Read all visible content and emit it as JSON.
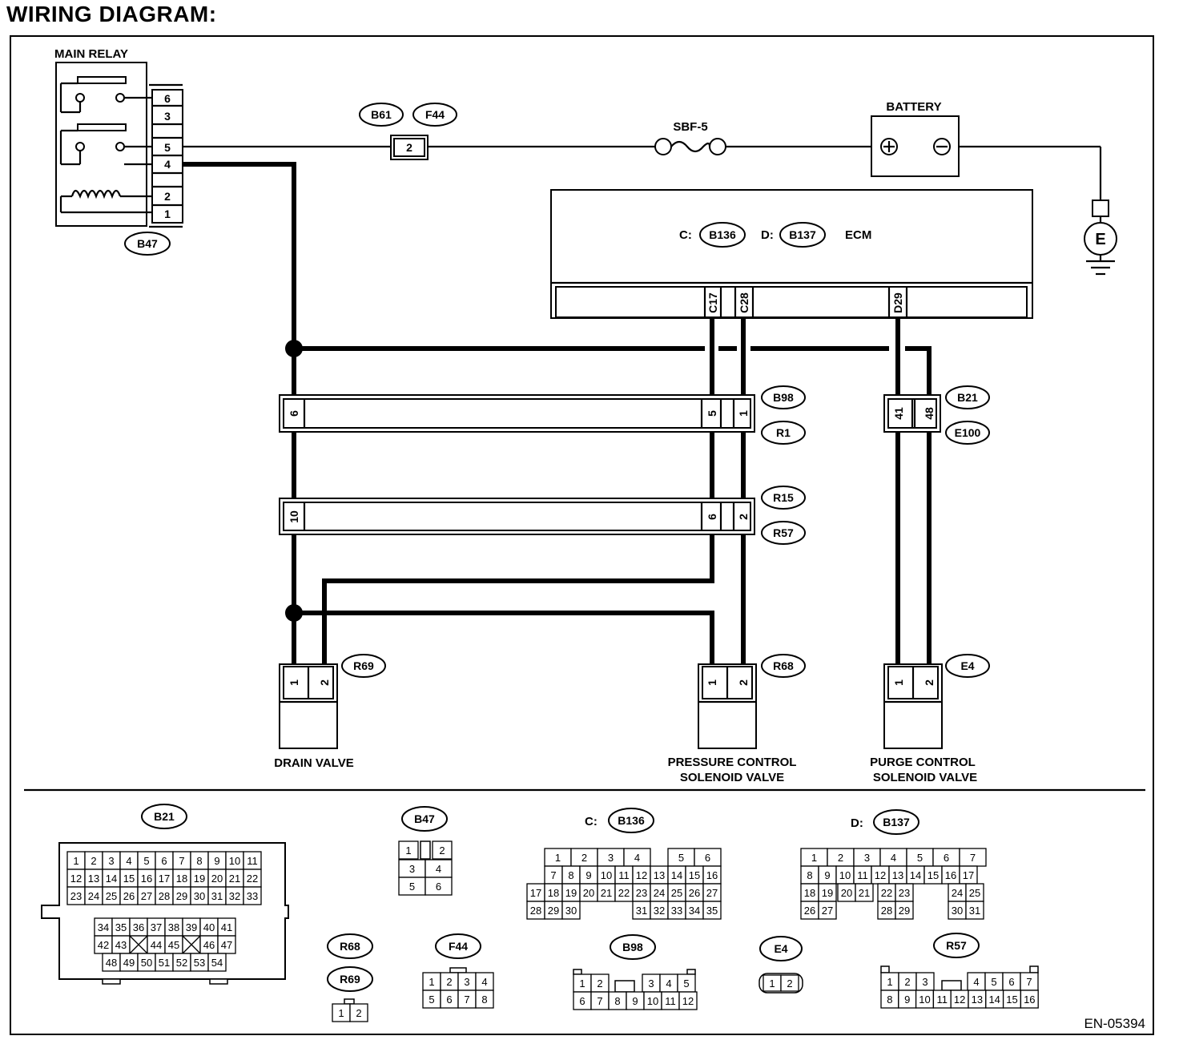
{
  "title": "WIRING DIAGRAM:",
  "labels": {
    "main_relay": "MAIN RELAY",
    "battery": "BATTERY",
    "fuse": "SBF-5",
    "ecm": "ECM",
    "ecm_c_prefix": "C:",
    "ecm_d_prefix": "D:",
    "ground": "E",
    "drain_valve": "DRAIN VALVE",
    "pcsv_line1": "PRESSURE CONTROL",
    "pcsv_line2": "SOLENOID VALVE",
    "purge_line1": "PURGE CONTROL",
    "purge_line2": "SOLENOID VALVE",
    "doc_id": "EN-05394"
  },
  "connectors": {
    "B61": "B61",
    "F44": "F44",
    "B47": "B47",
    "B136": "B136",
    "B137": "B137",
    "B98": "B98",
    "R1": "R1",
    "B21": "B21",
    "E100": "E100",
    "R15": "R15",
    "R57": "R57",
    "R69": "R69",
    "R68": "R68",
    "E4": "E4"
  },
  "pins": {
    "relay": [
      "6",
      "3",
      "5",
      "4",
      "2",
      "1"
    ],
    "b61_f44": "2",
    "ecm": [
      "C17",
      "C28",
      "D29"
    ],
    "b98_r1": [
      "6",
      "5",
      "1"
    ],
    "b21_e100": [
      "41",
      "48"
    ],
    "r15_r57": [
      "10",
      "6",
      "2"
    ],
    "r69": [
      "1",
      "2"
    ],
    "r68": [
      "1",
      "2"
    ],
    "e4": [
      "1",
      "2"
    ]
  },
  "connector_views": {
    "b21": {
      "label": "B21",
      "rows": [
        [
          "1",
          "2",
          "3",
          "4",
          "5",
          "6",
          "7",
          "8",
          "9",
          "10",
          "11"
        ],
        [
          "12",
          "13",
          "14",
          "15",
          "16",
          "17",
          "18",
          "19",
          "20",
          "21",
          "22"
        ],
        [
          "23",
          "24",
          "25",
          "26",
          "27",
          "28",
          "29",
          "30",
          "31",
          "32",
          "33"
        ],
        [
          "34",
          "35",
          "36",
          "37",
          "38",
          "39",
          "40",
          "41"
        ],
        [
          "42",
          "43",
          "",
          "44",
          "45",
          "",
          "46",
          "47"
        ],
        [
          "48",
          "49",
          "50",
          "51",
          "52",
          "53",
          "54"
        ]
      ]
    },
    "b47": {
      "label": "B47",
      "rows": [
        [
          "1",
          "",
          "2"
        ],
        [
          "3",
          "4"
        ],
        [
          "5",
          "6"
        ]
      ]
    },
    "c_b136": {
      "prefix": "C:",
      "label": "B136",
      "rows": [
        [
          "1",
          "2",
          "3",
          "4",
          "",
          "5",
          "6"
        ],
        [
          "7",
          "8",
          "9",
          "10",
          "11",
          "12",
          "13",
          "14",
          "15",
          "16"
        ],
        [
          "17",
          "18",
          "19",
          "20",
          "21",
          "22",
          "23",
          "24",
          "25",
          "26",
          "27"
        ],
        [
          "28",
          "29",
          "30",
          "",
          "31",
          "32",
          "33",
          "34",
          "35"
        ]
      ]
    },
    "d_b137": {
      "prefix": "D:",
      "label": "B137",
      "rows": [
        [
          "1",
          "2",
          "3",
          "4",
          "5",
          "6",
          "7"
        ],
        [
          "8",
          "9",
          "10",
          "11",
          "12",
          "13",
          "14",
          "15",
          "16",
          "17"
        ],
        [
          "18",
          "19",
          "20",
          "21",
          "22",
          "23",
          "",
          "24",
          "25"
        ],
        [
          "26",
          "27",
          "",
          "28",
          "29",
          "",
          "30",
          "31"
        ]
      ]
    },
    "r68_r69": {
      "labels": [
        "R68",
        "R69"
      ],
      "rows": [
        [
          "1",
          "2"
        ]
      ]
    },
    "f44": {
      "label": "F44",
      "rows": [
        [
          "1",
          "2",
          "3",
          "4"
        ],
        [
          "5",
          "6",
          "7",
          "8"
        ]
      ]
    },
    "b98": {
      "label": "B98",
      "rows": [
        [
          "1",
          "2",
          "",
          "3",
          "4",
          "5"
        ],
        [
          "6",
          "7",
          "8",
          "9",
          "10",
          "11",
          "12"
        ]
      ]
    },
    "e4": {
      "label": "E4",
      "rows": [
        [
          "1",
          "2"
        ]
      ]
    },
    "r57": {
      "label": "R57",
      "rows": [
        [
          "1",
          "2",
          "3",
          "",
          "4",
          "5",
          "6",
          "7"
        ],
        [
          "8",
          "9",
          "10",
          "11",
          "12",
          "13",
          "14",
          "15",
          "16"
        ]
      ]
    }
  }
}
